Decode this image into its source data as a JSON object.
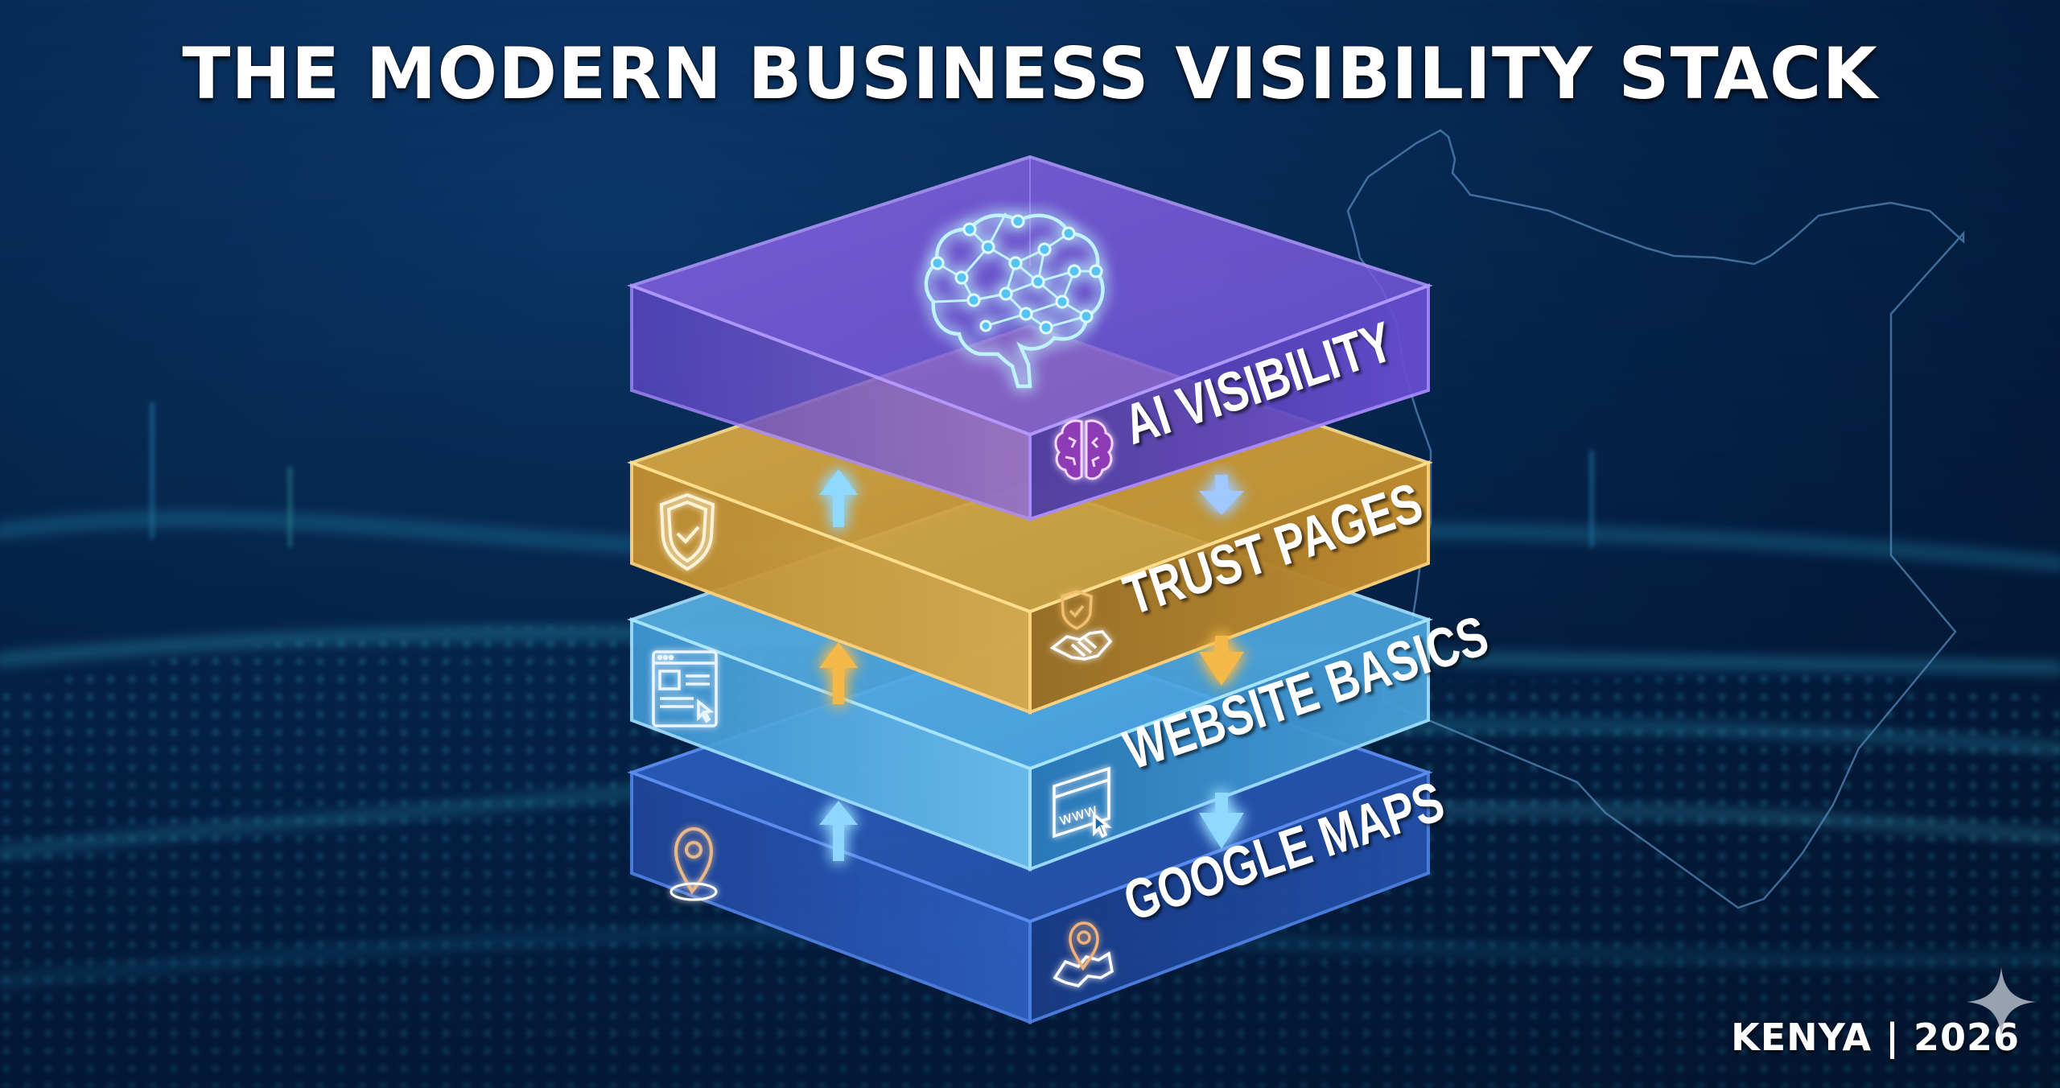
{
  "title": "THE MODERN BUSINESS VISIBILITY STACK",
  "footer": {
    "region": "KENYA",
    "separator": "|",
    "year": "2026",
    "text": "KENYA | 2026"
  },
  "colors": {
    "background": "#062850",
    "ai_layer": "#7a5ee0",
    "trust_layer": "#d9a43a",
    "website_layer": "#4aa8e0",
    "maps_layer": "#1f4fa8",
    "glow": "#8fe3ff",
    "map_outline": "#4f87b5"
  },
  "stack": {
    "layers": [
      {
        "id": "ai",
        "label": "AI VISIBILITY",
        "icon": "brain-icon",
        "top_icon": "neural-brain-icon",
        "arrow": "down-arrow"
      },
      {
        "id": "trust",
        "label": "TRUST PAGES",
        "icon": "handshake-shield-icon",
        "side_icon": "shield-check-icon",
        "arrow": "down-arrow",
        "up_arrow": "up-arrow"
      },
      {
        "id": "website",
        "label": "WEBSITE BASICS",
        "icon": "www-browser-icon",
        "side_icon": "webpage-cursor-icon",
        "arrow": "down-arrow",
        "up_arrow": "up-arrow"
      },
      {
        "id": "maps",
        "label": "GOOGLE MAPS",
        "icon": "map-pin-icon",
        "side_icon": "location-pin-icon",
        "up_arrow": "up-arrow"
      }
    ]
  },
  "decorations": {
    "country_outline": "kenya-map-outline",
    "background": "digital-wave-particles",
    "corner_mark": "sparkle-icon"
  }
}
